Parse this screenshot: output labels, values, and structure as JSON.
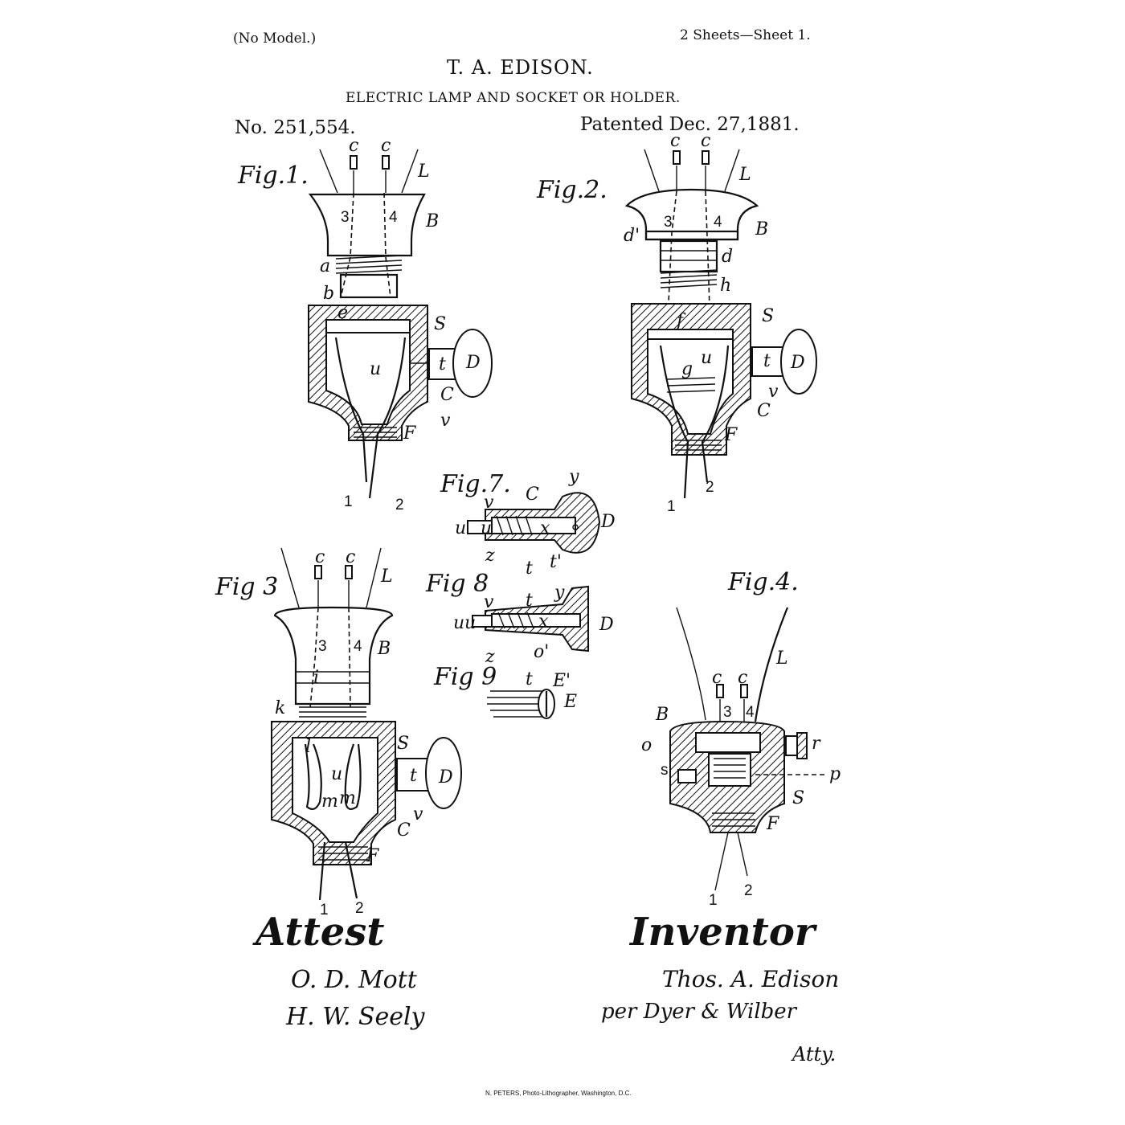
{
  "header": {
    "model_note": "(No Model.)",
    "sheets": "2 Sheets—Sheet 1.",
    "inventor": "T. A. EDISON.",
    "title": "ELECTRIC LAMP AND SOCKET OR HOLDER.",
    "patent_number": "No. 251,554.",
    "patent_date": "Patented Dec. 27,1881."
  },
  "figures": {
    "fig1": {
      "title": "Fig.1.",
      "labels": [
        "c",
        "c",
        "L",
        "B",
        "3",
        "4",
        "a",
        "b",
        "e",
        "S",
        "u",
        "t",
        "D",
        "C",
        "v",
        "F",
        "1",
        "2"
      ]
    },
    "fig2": {
      "title": "Fig.2.",
      "labels": [
        "c",
        "c",
        "L",
        "3",
        "4",
        "B",
        "d'",
        "d",
        "h",
        "S",
        "f",
        "u",
        "t",
        "D",
        "g",
        "v",
        "C",
        "F",
        "1",
        "2"
      ]
    },
    "fig3": {
      "title": "Fig 3",
      "labels": [
        "c",
        "c",
        "L",
        "3",
        "4",
        "B",
        "i",
        "k",
        "S",
        "l",
        "u",
        "t",
        "D",
        "m",
        "m",
        "C",
        "v",
        "F",
        "1",
        "2"
      ]
    },
    "fig4": {
      "title": "Fig.4.",
      "labels": [
        "L",
        "c",
        "c",
        "B",
        "3",
        "4",
        "o",
        "r",
        "s",
        "p",
        "S",
        "F",
        "1",
        "2"
      ]
    },
    "fig7": {
      "title": "Fig.7.",
      "labels": [
        "C",
        "y",
        "v",
        "u",
        "u",
        "x",
        "D",
        "z",
        "t",
        "t'"
      ]
    },
    "fig8": {
      "title": "Fig 8",
      "labels": [
        "v",
        "t",
        "y",
        "u",
        "u",
        "x",
        "D",
        "z",
        "o'"
      ]
    },
    "fig9": {
      "title": "Fig 9",
      "labels": [
        "t",
        "E'",
        "E"
      ]
    }
  },
  "attest": {
    "heading": "Attest",
    "witness1": "O. D. Mott",
    "witness2": "H. W. Seely"
  },
  "inventor_block": {
    "heading": "Inventor",
    "signature": "Thos. A. Edison",
    "per_line": "per Dyer & Wilber",
    "atty": "Atty."
  },
  "footer": {
    "credit": "N. PETERS, Photo-Lithographer, Washington, D.C."
  },
  "colors": {
    "ink": "#111111",
    "paper": "#ffffff"
  }
}
